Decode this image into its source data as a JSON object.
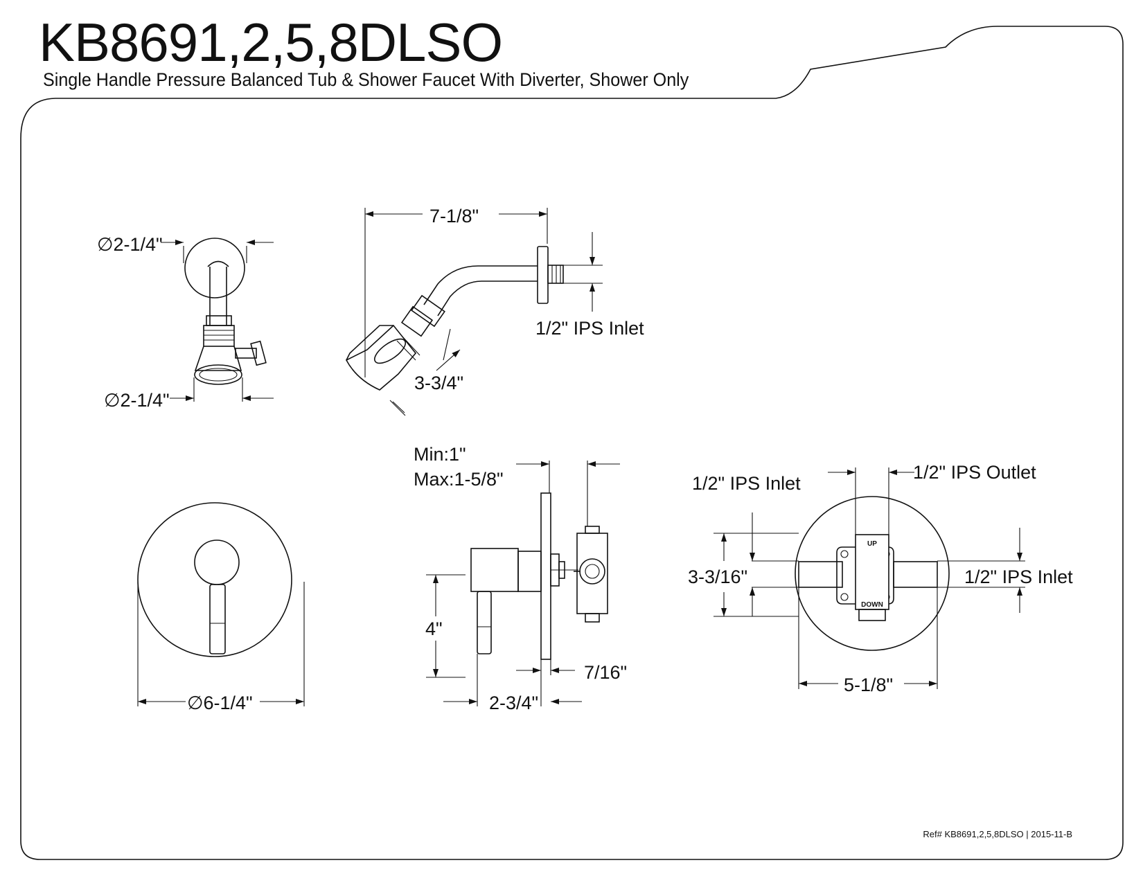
{
  "header": {
    "model": "KB8691,2,5,8DLSO",
    "description": "Single Handle Pressure Balanced Tub & Shower Faucet With Diverter, Shower Only"
  },
  "footer": {
    "reference": "Ref# KB8691,2,5,8DLSO | 2015-11-B"
  },
  "shower_head_front": {
    "top_diameter": "∅2-1/4\"",
    "bottom_diameter": "∅2-1/4\""
  },
  "shower_arm_side": {
    "arm_length": "7-1/8\"",
    "inlet": "1/2\" IPS Inlet",
    "head_length": "3-3/4\""
  },
  "trim_front": {
    "plate_diameter": "∅6-1/4\""
  },
  "valve_side": {
    "depth_min": "Min:1\"",
    "depth_max": "Max:1-5/8\"",
    "handle_height": "4\"",
    "plate_offset": "7/16\"",
    "handle_projection": "2-3/4\""
  },
  "valve_front": {
    "top_inlet": "1/2\" IPS Inlet",
    "outlet": "1/2\" IPS Outlet",
    "height": "3-3/16\"",
    "right_inlet": "1/2\" IPS Inlet",
    "width": "5-1/8\"",
    "label_up": "UP",
    "label_down": "DOWN"
  }
}
